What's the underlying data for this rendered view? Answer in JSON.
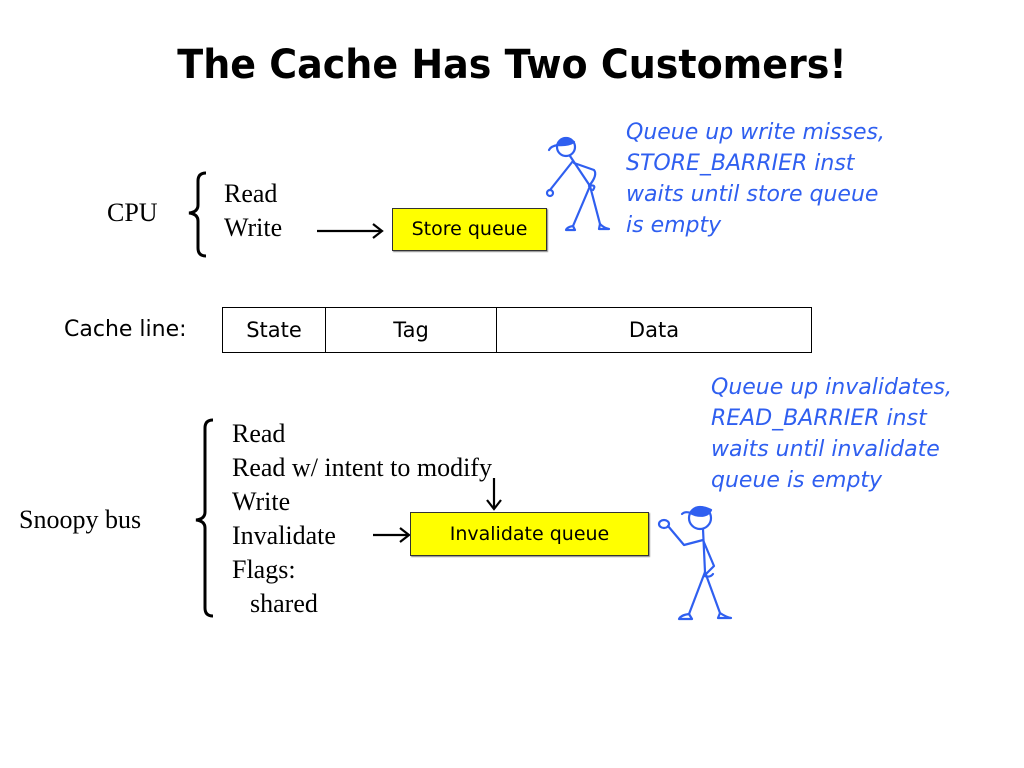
{
  "slide": {
    "title": "The Cache Has Two Customers!",
    "cpu": {
      "label": "CPU",
      "operations": [
        "Read",
        "Write"
      ],
      "queue_label": "Store queue",
      "note_lines": [
        "Queue up write misses,",
        "STORE_BARRIER inst",
        "waits until store queue",
        "is empty"
      ]
    },
    "cache_line": {
      "label": "Cache line:",
      "fields": [
        "State",
        "Tag",
        "Data"
      ]
    },
    "snoopy_bus": {
      "label": "Snoopy bus",
      "operations": [
        "Read",
        "Read w/ intent to modify",
        "Write",
        "Invalidate",
        "Flags:",
        "shared"
      ],
      "queue_label": "Invalidate queue",
      "note_lines": [
        "Queue up invalidates,",
        "READ_BARRIER inst",
        "waits until invalidate",
        "queue is empty"
      ]
    },
    "colors": {
      "queue_fill": "#ffff00",
      "note_text": "#2f5ff0",
      "stick_figure": "#2f5ff0"
    },
    "icons": [
      "stick-figure-leaning-icon",
      "stick-figure-waving-icon",
      "arrow-right-icon",
      "arrow-down-icon",
      "curly-brace-icon"
    ]
  }
}
